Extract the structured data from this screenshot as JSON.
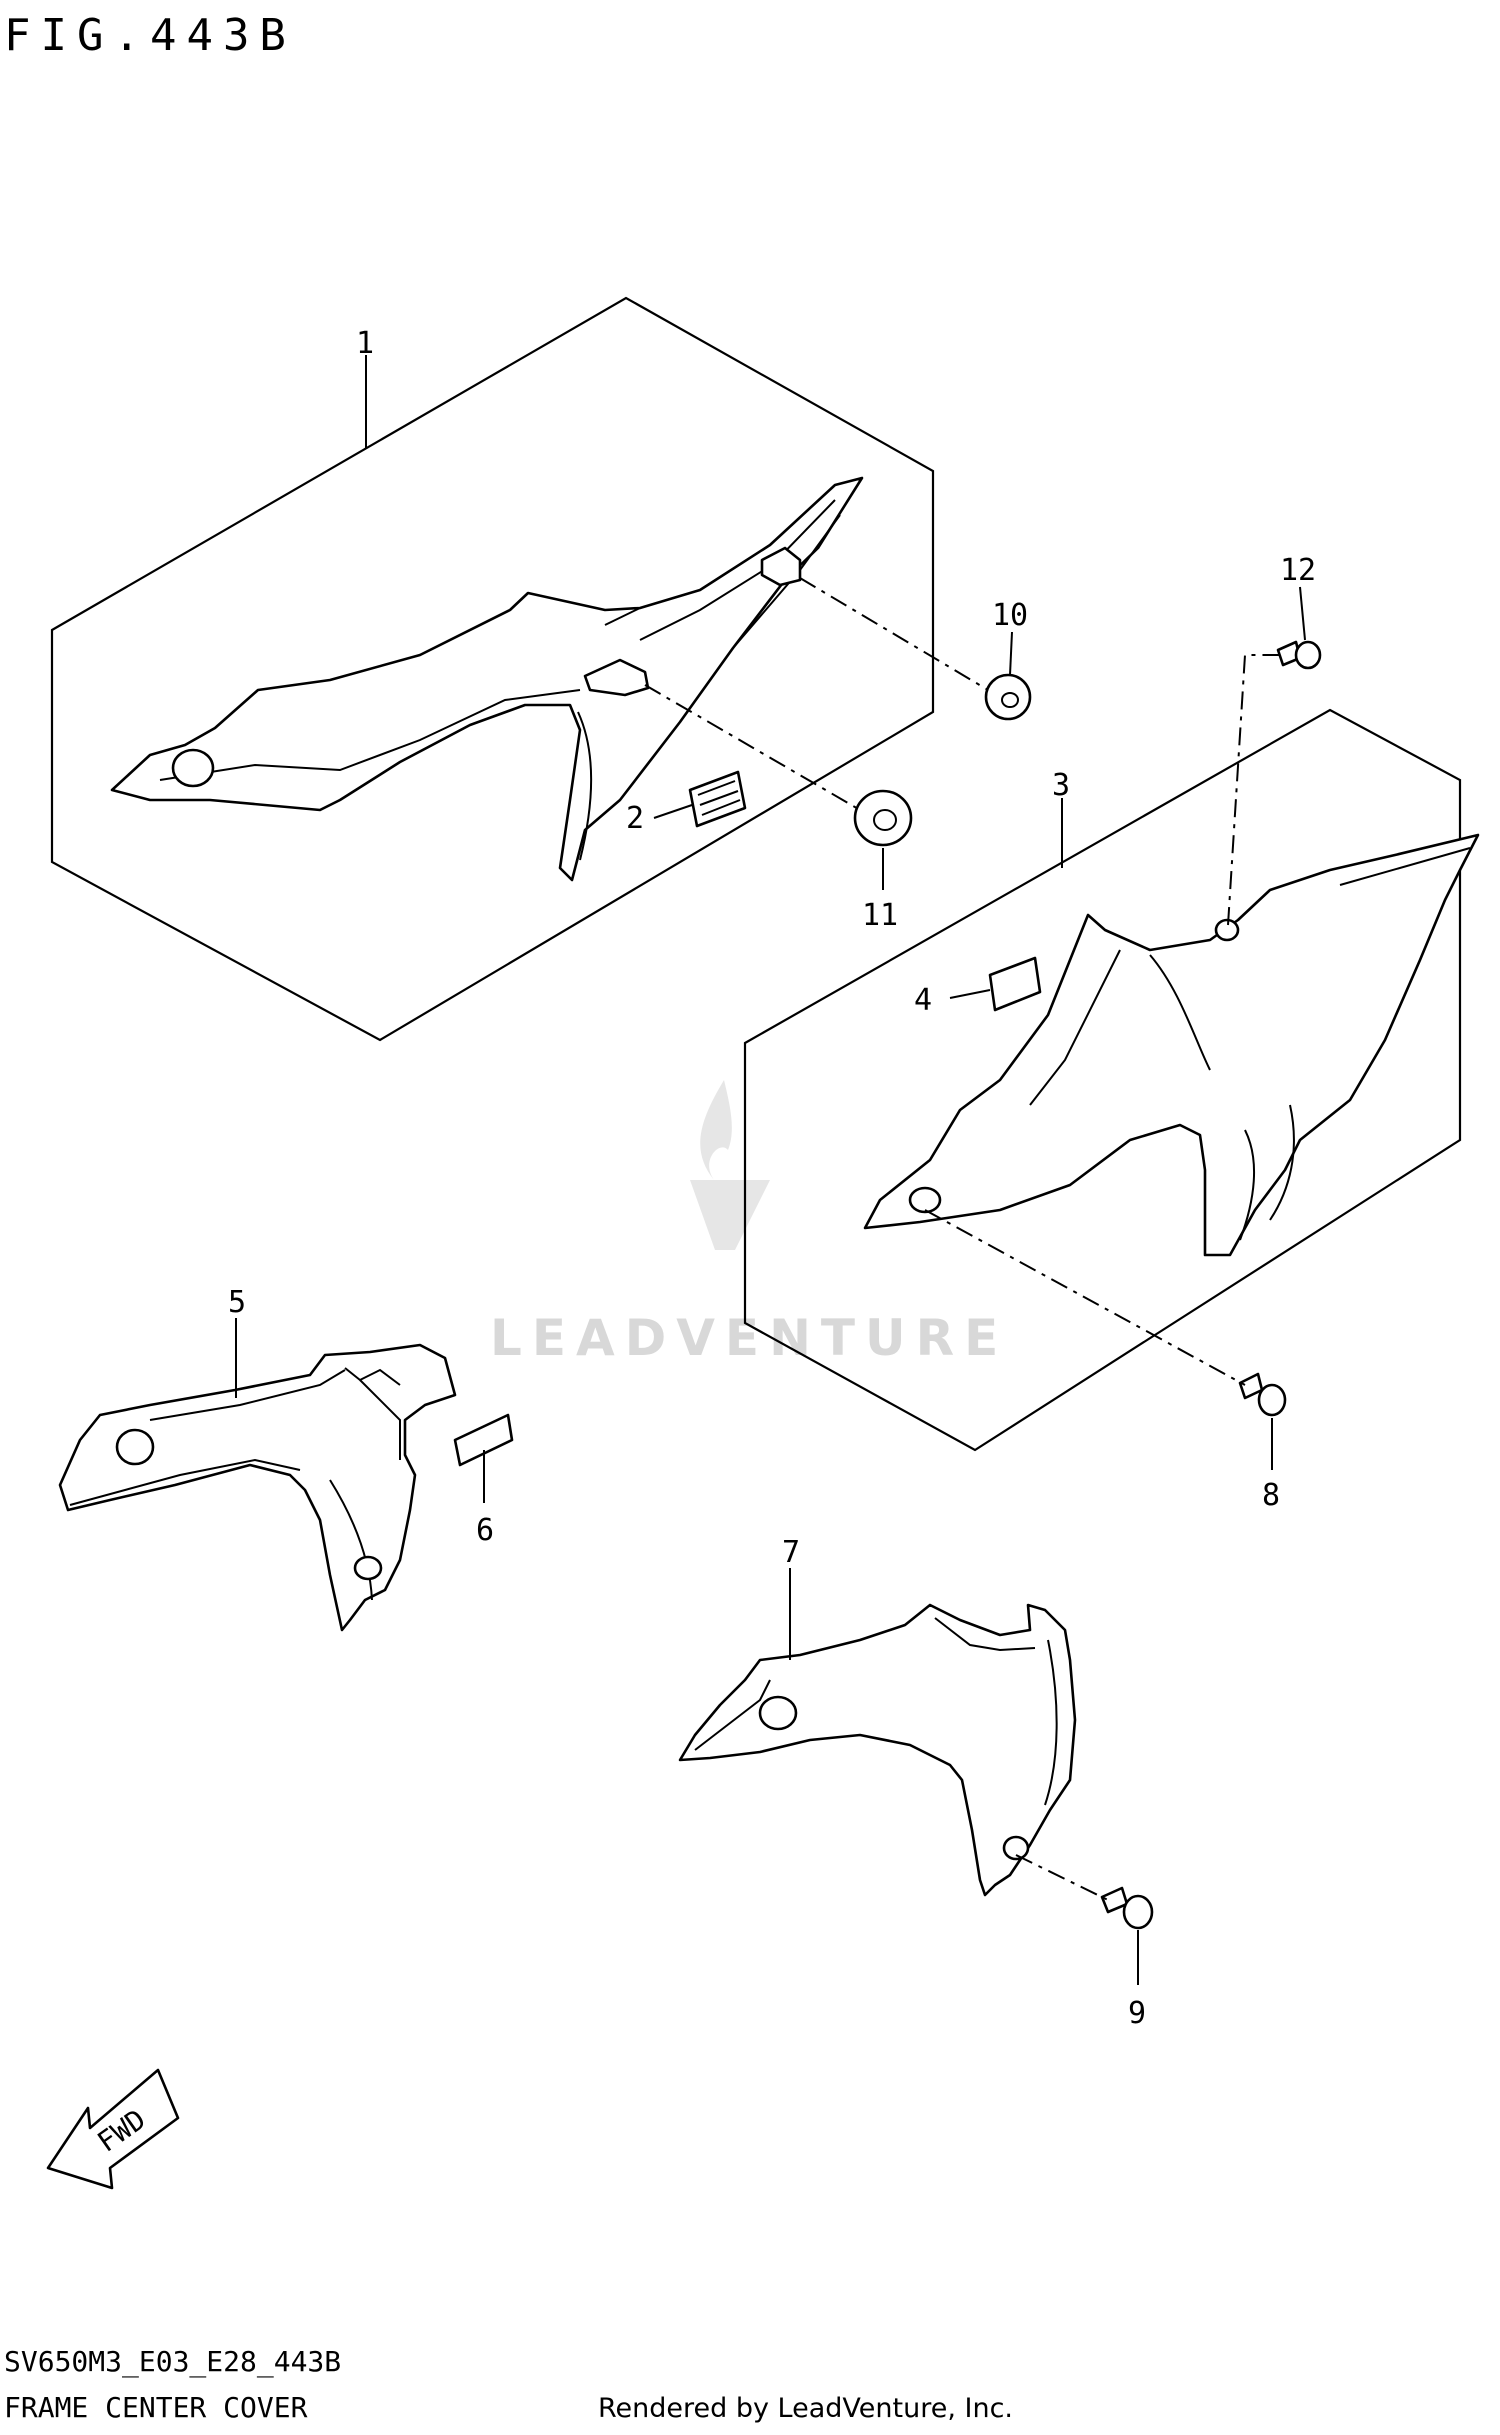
{
  "header": {
    "figure": "FIG.443B"
  },
  "callouts": [
    "1",
    "2",
    "3",
    "4",
    "5",
    "6",
    "7",
    "8",
    "9",
    "10",
    "11",
    "12"
  ],
  "watermark": "LEADVENTURE",
  "fwd_label": "FWD",
  "footer": {
    "model_code": "SV650M3_E03_E28_443B",
    "section_name": "FRAME CENTER COVER",
    "rendered_by": "Rendered by LeadVenture, Inc."
  }
}
